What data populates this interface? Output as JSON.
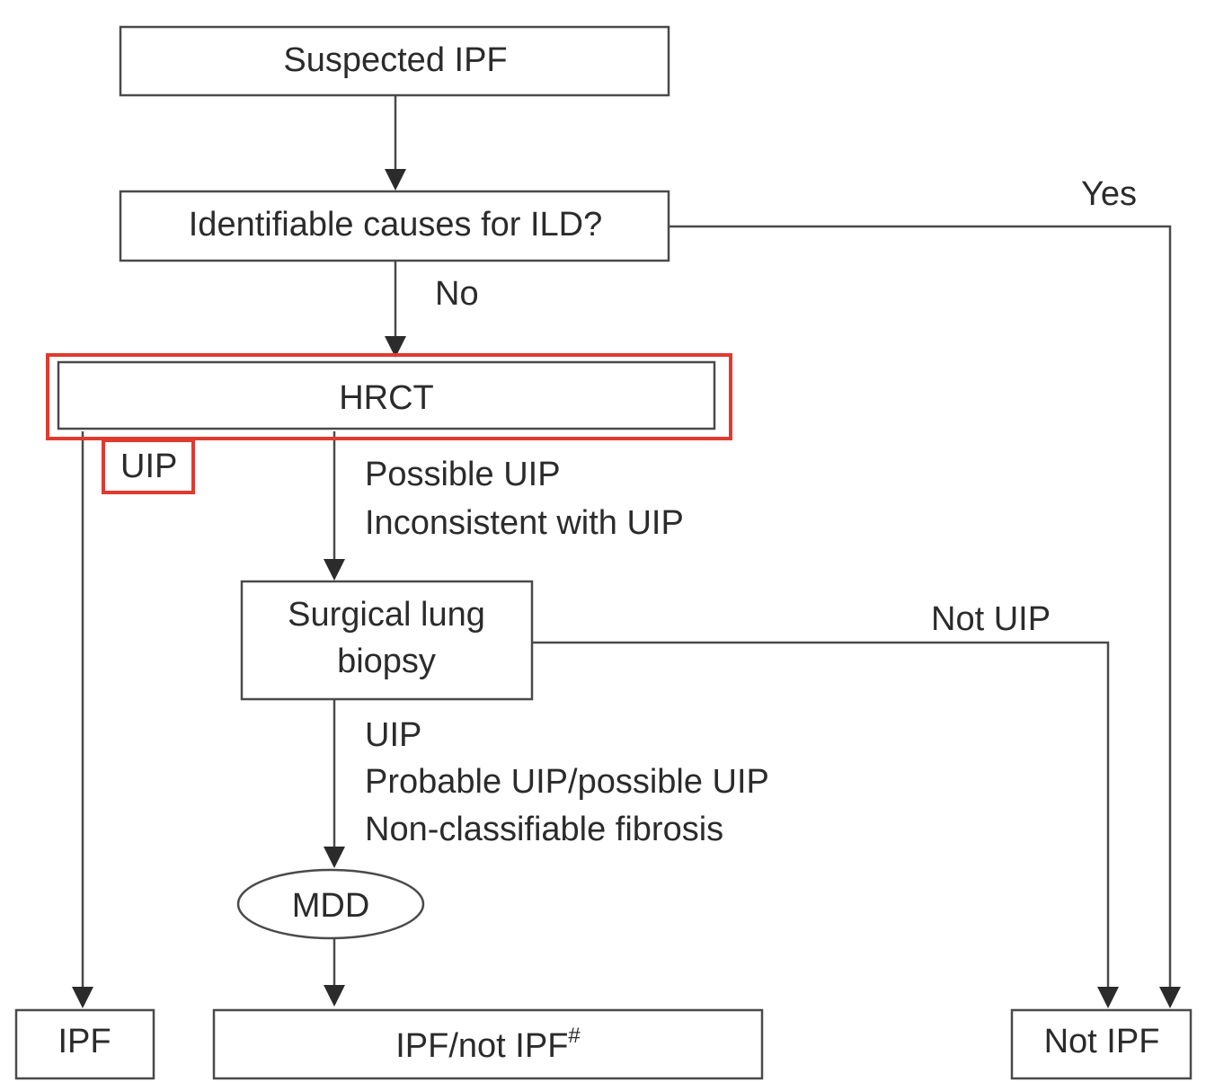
{
  "nodes": {
    "suspected": "Suspected IPF",
    "causes": "Identifiable causes for ILD?",
    "hrct": "HRCT",
    "biopsy_line1": "Surgical lung",
    "biopsy_line2": "biopsy",
    "mdd": "MDD",
    "ipf": "IPF",
    "ipf_not": "IPF/not IPF",
    "ipf_not_mark": "#",
    "not_ipf": "Not IPF"
  },
  "edge_labels": {
    "yes": "Yes",
    "no": "No",
    "uip": "UIP",
    "hrct_other_1": "Possible UIP",
    "hrct_other_2": "Inconsistent with UIP",
    "not_uip": "Not UIP",
    "biopsy_1": "UIP",
    "biopsy_2": "Probable UIP/possible UIP",
    "biopsy_3": "Non-classifiable fibrosis"
  },
  "colors": {
    "highlight": "#e03a2f",
    "line": "#4a4a4a",
    "text": "#2b2b2b"
  }
}
